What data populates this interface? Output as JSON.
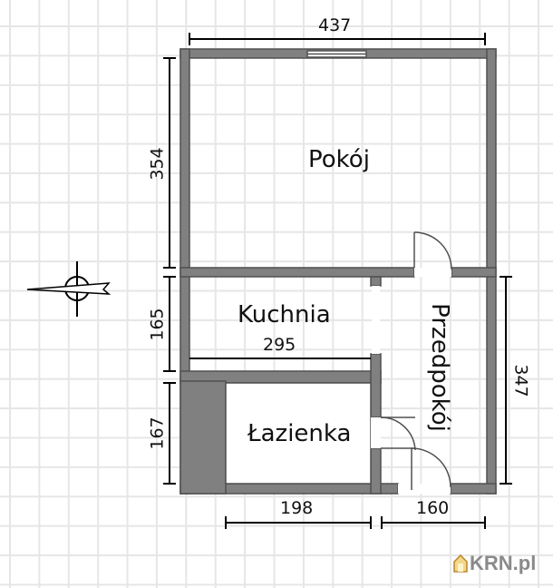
{
  "floor_plan": {
    "rooms": [
      {
        "name": "Pokój"
      },
      {
        "name": "Kuchnia"
      },
      {
        "name": "Przedpokój"
      },
      {
        "name": "Łazienka"
      }
    ],
    "dimensions": {
      "top_width": "437",
      "left_pokoj": "354",
      "left_kuchnia": "165",
      "left_lazienka": "167",
      "kuchnia_width": "295",
      "right_przedpokoj": "347",
      "bottom_lazienka": "198",
      "bottom_przedpokoj": "160"
    },
    "compass": {
      "icon": "compass-arrow-icon",
      "direction": "west"
    },
    "colors": {
      "wall": "#808080",
      "wall_outline": "#505050",
      "grid": "#e6e6e6",
      "dim_line": "#000000"
    }
  },
  "watermark": {
    "logo_text": "KRN.pl",
    "icon": "house-icon"
  }
}
